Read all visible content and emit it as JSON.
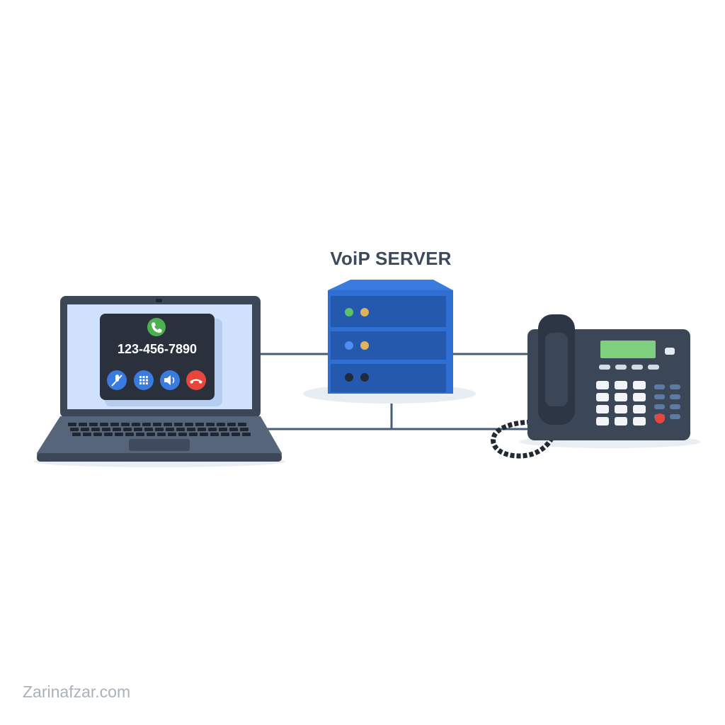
{
  "server": {
    "label": "VoiP SERVER"
  },
  "laptop": {
    "call_number": "123-456-7890",
    "call_icons": [
      "phone-icon",
      "mute-icon",
      "keypad-icon",
      "speaker-icon",
      "end-call-icon"
    ]
  },
  "watermark": "Zarinafzar.com",
  "colors": {
    "server_blue": "#2f6fd4",
    "screen_bg": "#cfe1fb",
    "device_dark": "#3b4657",
    "call_green": "#4caf50",
    "end_call_red": "#e8453c",
    "phone_display": "#7ed07e",
    "connection_line": "#4a5d76"
  }
}
